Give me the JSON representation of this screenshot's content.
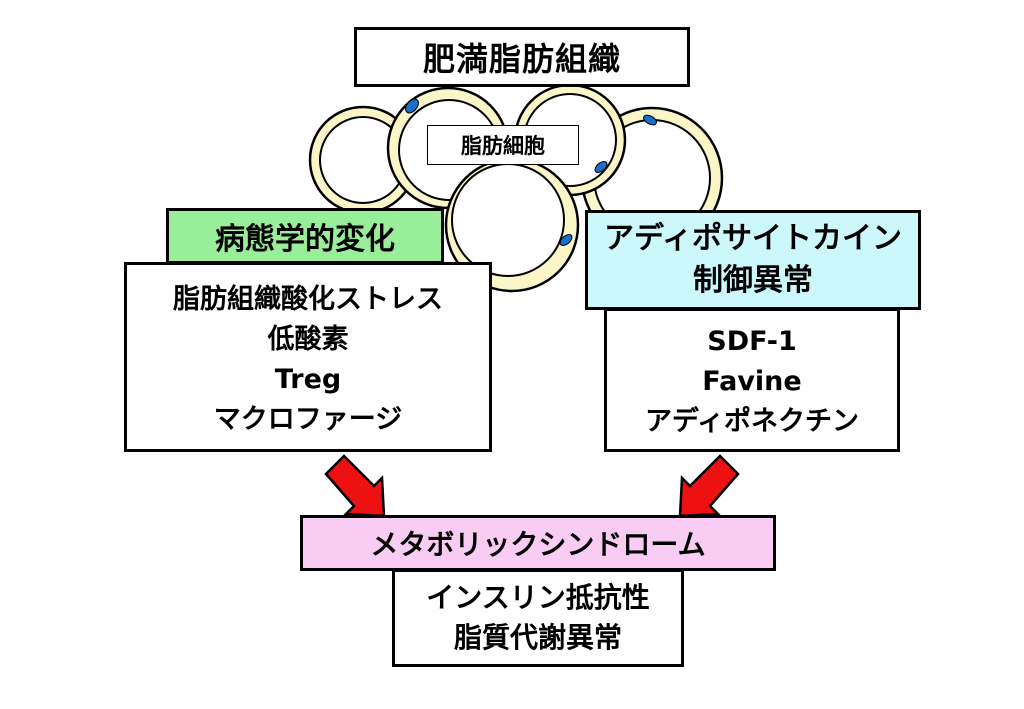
{
  "diagram": {
    "title": "肥満脂肪組織",
    "cells_label": "脂肪細胞",
    "left": {
      "heading": "病態学的変化",
      "items": [
        "脂肪組織酸化ストレス",
        "低酸素",
        "Treg",
        "マクロファージ"
      ]
    },
    "right": {
      "heading_lines": [
        "アディポサイトカイン",
        "制御異常"
      ],
      "items": [
        "SDF-1",
        "Favine",
        "アディポネクチン"
      ]
    },
    "bottom": {
      "heading": "メタボリックシンドローム",
      "items": [
        "インスリン抵抗性",
        "脂質代謝異常"
      ]
    },
    "colors": {
      "left_heading_bg": "#99ee99",
      "right_heading_bg": "#ccf7fb",
      "bottom_heading_bg": "#f9ccf3",
      "cell_membrane": "#fbf6c8",
      "cell_nucleus": "#1a6fcc",
      "arrow": "#ee1111"
    }
  }
}
